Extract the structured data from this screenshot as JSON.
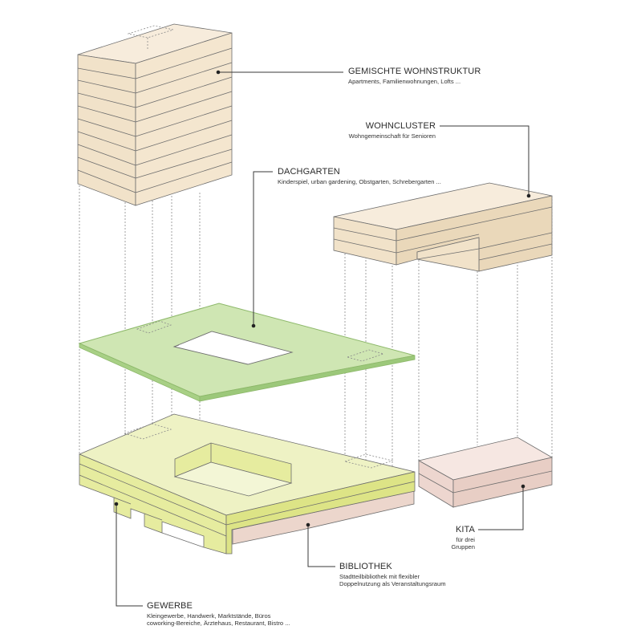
{
  "labels": {
    "wohnstruktur": {
      "title": "GEMISCHTE WOHNSTRUKTUR",
      "sub": [
        "Apartments, Familienwohnungen, Lofts ..."
      ]
    },
    "wohncluster": {
      "title": "WOHNCLUSTER",
      "sub": [
        "Wohngemeinschaft für Senioren"
      ]
    },
    "dachgarten": {
      "title": "DACHGARTEN",
      "sub": [
        "Kinderspiel, urban gardening, Obstgarten, Schrebergarten ..."
      ]
    },
    "kita": {
      "title": "KITA",
      "sub": [
        "für drei Gruppen"
      ]
    },
    "bibliothek": {
      "title": "BIBLIOTHEK",
      "sub": [
        "Stadtteilbibliothek mit flexibler",
        "Doppelnutzung als Veranstaltungsraum"
      ]
    },
    "gewerbe": {
      "title": "GEWERBE",
      "sub": [
        "Kleingewerbe, Handwerk, Marktstände, Büros",
        "coworking-Bereiche, Ärztehaus, Restaurant, Bistro ..."
      ]
    }
  },
  "colors": {
    "residential_top": "#f7ecdc",
    "residential_front": "#f1e2c9",
    "residential_side": "#e6d2b2",
    "roofgarden_top": "#cfe6b3",
    "roofgarden_edge": "#9cc87a",
    "commercial_top": "#eef2c4",
    "commercial_front": "#e6ec9f",
    "commercial_side": "#d7df83",
    "library_front": "#ecd6cc",
    "kita_top": "#f6e7e2",
    "kita_front": "#edd6cf"
  }
}
